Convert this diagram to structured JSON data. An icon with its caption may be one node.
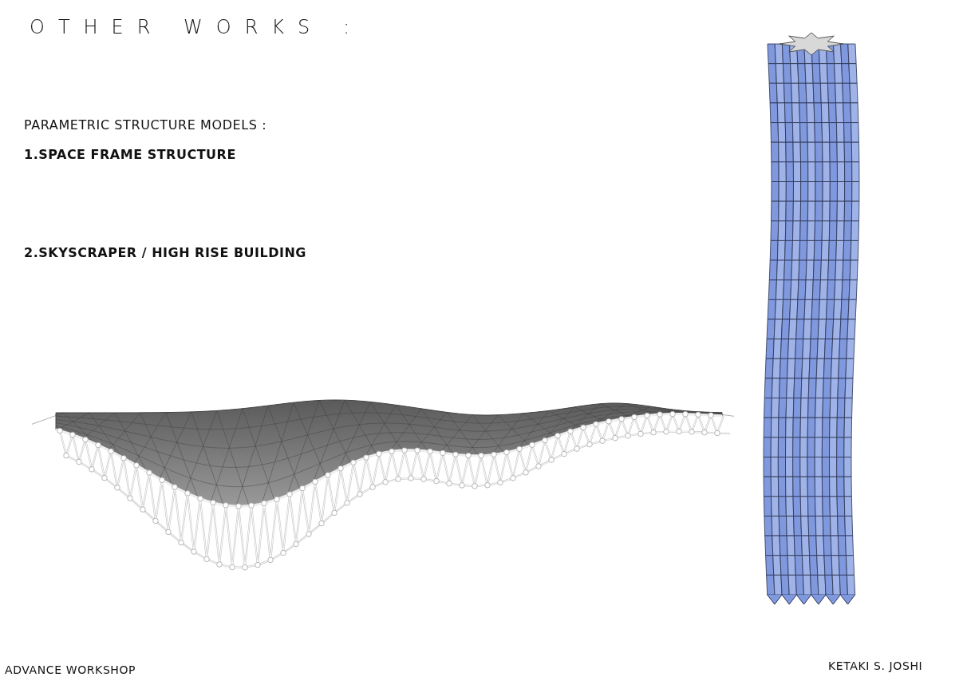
{
  "diagram": {
    "title": "OTHER WORKS :",
    "labels": [
      "PARAMETRIC STRUCTURE MODELS :",
      "1.SPACE FRAME STRUCTURE",
      "2.SKYSCRAPER / HIGH RISE BUILDING",
      "ADVANCE WORKSHOP",
      "KETAKI S. JOSHI"
    ]
  }
}
